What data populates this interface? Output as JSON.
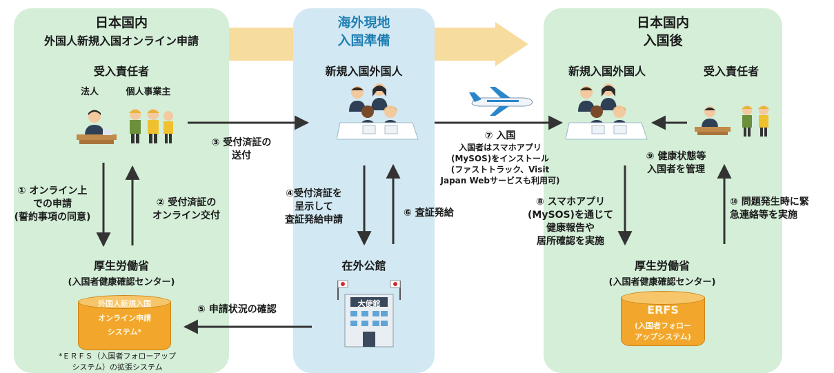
{
  "left": {
    "region": "日本国内",
    "subtitle": "外国人新規入国オンライン申請",
    "host_title": "受入責任者",
    "host_corp": "法人",
    "host_individual": "個人事業主",
    "ministry": "厚生労働省",
    "ministry_sub": "(入国者健康確認センター)",
    "system_line1": "外国人新規入国",
    "system_line2": "オンライン申請",
    "system_line3": "システム*",
    "footnote_line1": "*ＥＲＦＳ（入国者フォローアップ",
    "footnote_line2": "システム）の拡張システム"
  },
  "middle": {
    "region_line1": "海外現地",
    "region_line2": "入国準備",
    "foreigner_title": "新規入国外国人",
    "embassy_title": "在外公館",
    "embassy_sign": "大使館"
  },
  "right": {
    "region_line1": "日本国内",
    "region_line2": "入国後",
    "foreigner_title": "新規入国外国人",
    "host_title": "受入責任者",
    "ministry": "厚生労働省",
    "ministry_sub": "(入国者健康確認センター)",
    "erfs_title": "ERFS",
    "erfs_line1": "(入国者フォロー",
    "erfs_line2": "アップシステム)"
  },
  "steps": {
    "s1": [
      "① オンライン上",
      "での申請",
      "(誓約事項の同意)"
    ],
    "s2": [
      "② 受付済証の",
      "オンライン交付"
    ],
    "s3": [
      "③ 受付済証の",
      "送付"
    ],
    "s4": [
      "④受付済証を",
      "呈示して",
      "査証発給申請"
    ],
    "s5": "⑤ 申請状況の確認",
    "s6": "⑥ 査証発給",
    "s7": [
      "⑦ 入国",
      "入国者はスマホアプリ",
      "(MySOS)をインストール",
      "(ファストトラック、Visit",
      "Japan Webサービスも利用可)"
    ],
    "s8": [
      "⑧ スマホアプリ",
      "(MySOS)を通じて",
      "健康報告や",
      "居所確認を実施"
    ],
    "s9": [
      "⑨ 健康状態等",
      "入国者を管理"
    ],
    "s10": [
      "⑩ 問題発生時に緊",
      "急連絡等を実施"
    ]
  },
  "colors": {
    "panel_green": "#d4eed8",
    "panel_blue": "#d2e8f2",
    "flow_band": "#f7dca0",
    "database": "#f2a72c",
    "heading_blue": "#1f7fb4"
  }
}
